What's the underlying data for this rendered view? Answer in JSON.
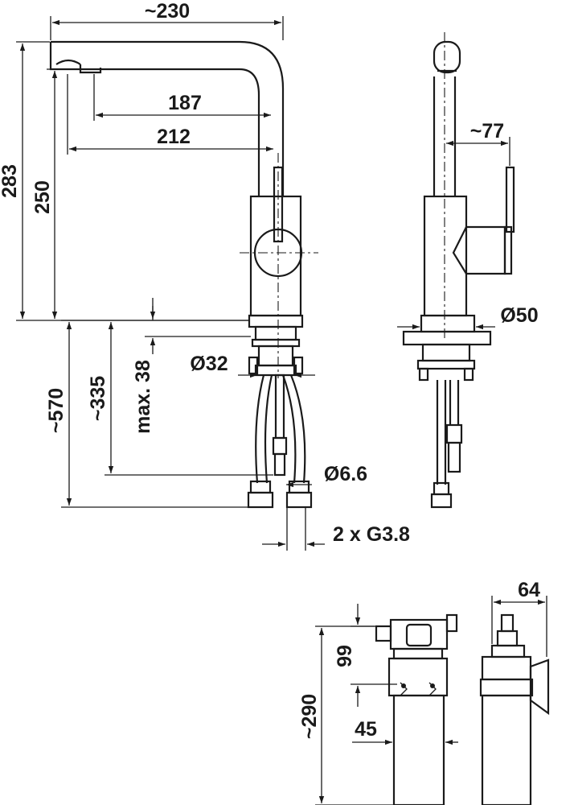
{
  "dimensions": {
    "spout_width": "~230",
    "spout_inner": "187",
    "spout_reach": "212",
    "total_height": "283",
    "outlet_height": "250",
    "hose_length": "~570",
    "pipe_length": "~335",
    "max_thickness": "max. 38",
    "hole_diameter": "Ø32",
    "pipe_diameter": "Ø6.6",
    "connection": "2 x G3.8",
    "lever_offset": "~77",
    "base_diameter": "Ø50",
    "filter_depth": "64",
    "filter_height": "~290",
    "filter_head": "99",
    "filter_diameter": "45"
  }
}
